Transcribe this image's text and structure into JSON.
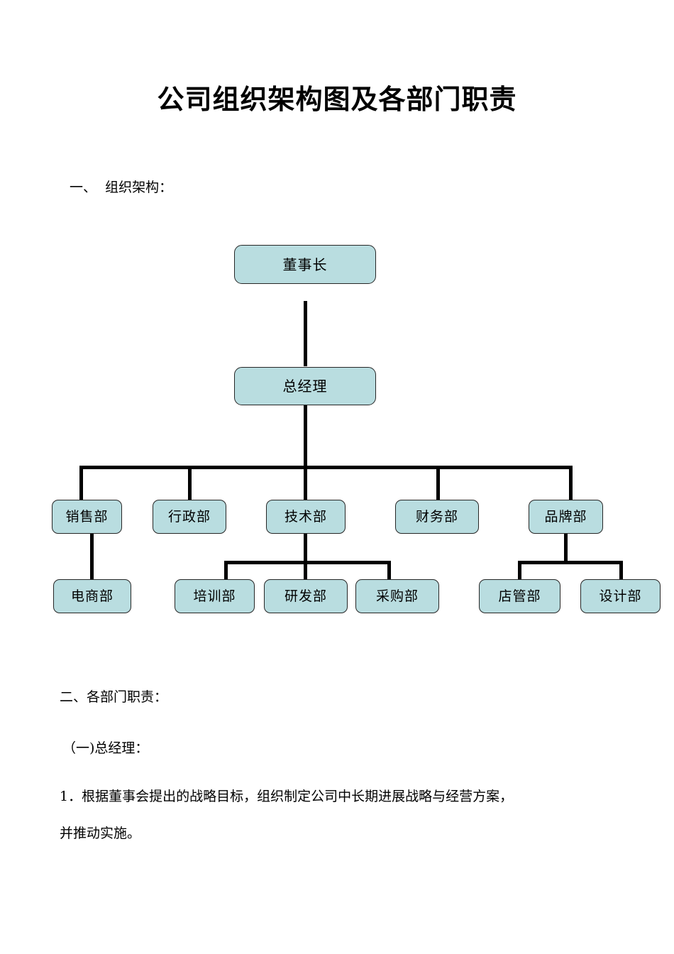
{
  "document": {
    "title": "公司组织架构图及各部门职责",
    "section_1_heading": "一、  组织架构：",
    "section_2_heading": "二、各部门职责：",
    "subsection_heading": "（一)总经理：",
    "body_line_1": "1．根据董事会提出的战略目标，组织制定公司中长期进展战略与经营方案，",
    "body_line_2": "并推动实施。"
  },
  "colors": {
    "node_fill": "#b9dde0",
    "node_border": "#262626",
    "connector": "#000000",
    "page_background": "#ffffff",
    "text": "#000000"
  },
  "org_chart": {
    "levels": [
      {
        "level": 1,
        "nodes": [
          {
            "id": "chairman",
            "label": "董事长"
          }
        ]
      },
      {
        "level": 2,
        "nodes": [
          {
            "id": "general-manager",
            "label": "总经理"
          }
        ]
      },
      {
        "level": 3,
        "nodes": [
          {
            "id": "sales",
            "label": "销售部"
          },
          {
            "id": "administration",
            "label": "行政部"
          },
          {
            "id": "technology",
            "label": "技术部"
          },
          {
            "id": "finance",
            "label": "财务部"
          },
          {
            "id": "brand",
            "label": "品牌部"
          }
        ]
      },
      {
        "level": 4,
        "nodes": [
          {
            "id": "ecommerce",
            "label": "电商部",
            "parent": "sales"
          },
          {
            "id": "training",
            "label": "培训部",
            "parent": "technology"
          },
          {
            "id": "rnd",
            "label": "研发部",
            "parent": "technology"
          },
          {
            "id": "purchasing",
            "label": "采购部",
            "parent": "technology"
          },
          {
            "id": "store-management",
            "label": "店管部",
            "parent": "brand"
          },
          {
            "id": "design",
            "label": "设计部",
            "parent": "brand"
          }
        ]
      }
    ]
  }
}
